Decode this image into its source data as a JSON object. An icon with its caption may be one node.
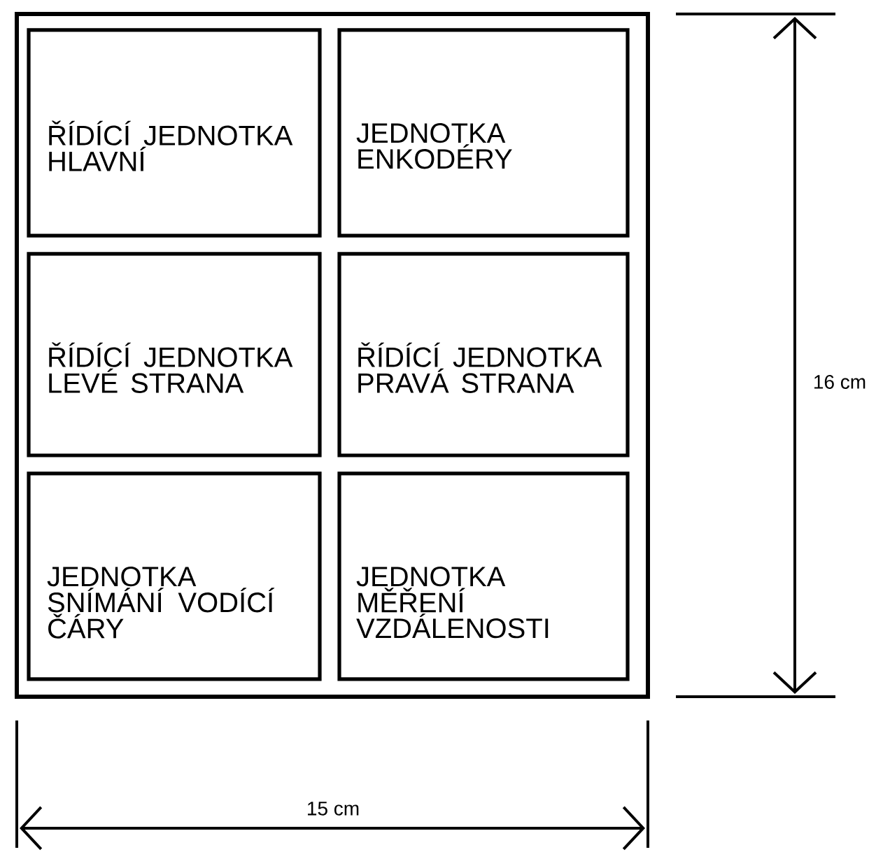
{
  "diagram": {
    "nodes": [
      {
        "text": [],
        "shape": "box"
      },
      {
        "text": [
          "ŘÍDÍCÍ JEDNOTKA HLAVNÍ"
        ],
        "in": 0
      },
      {
        "text": [
          "JEDNOTKA ENKODÉRY"
        ],
        "in": 0
      },
      {
        "text": [
          "ŘÍDÍCÍ JEDNOTKA LEVÉ STRANA"
        ],
        "in": 0
      },
      {
        "text": [
          "ŘÍDÍCÍ JEDNOTKA PRAVÁ STRANA"
        ],
        "in": 0
      },
      {
        "text": [
          "JEDNOTKA SNÍMÁNÍ VODÍCÍ ČÁRY"
        ],
        "in": 0
      },
      {
        "text": [
          "JEDNOTKA MĚŘENÍ VZDÁLENOSTI"
        ],
        "in": 0
      }
    ],
    "labels": [
      "16 cm",
      "15 cm"
    ]
  }
}
